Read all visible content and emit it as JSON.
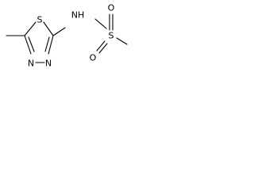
{
  "molecule": {
    "atoms": {
      "sulfur_ring": "S",
      "nitrogen_amine": "NH",
      "nitrogen_ring_left": "N",
      "nitrogen_ring_right": "N",
      "sulfur_sulfonyl": "S",
      "oxygen_top": "O",
      "oxygen_bottom": "O"
    }
  }
}
